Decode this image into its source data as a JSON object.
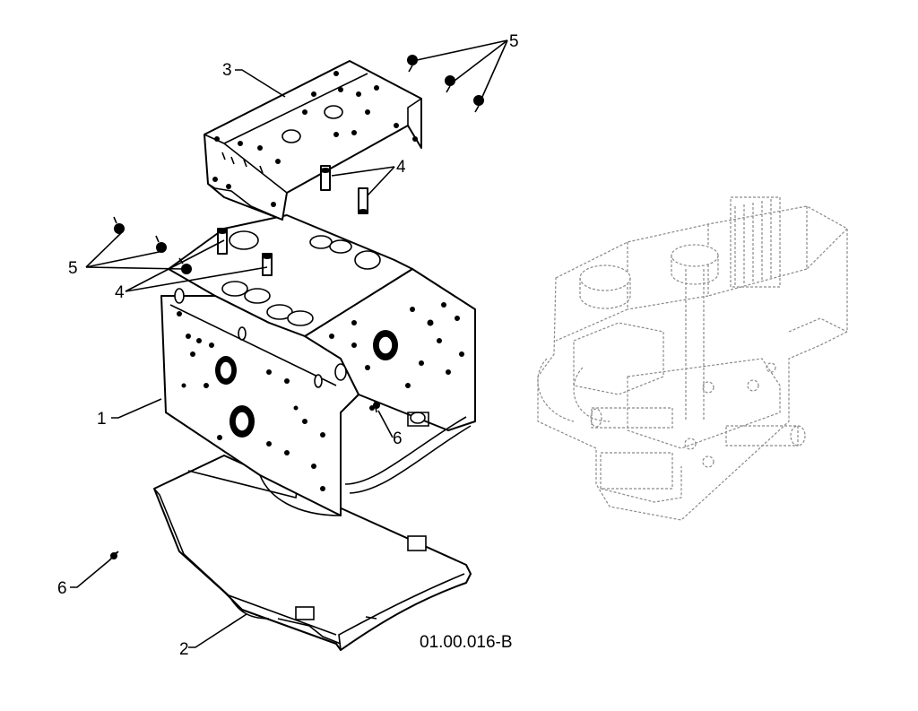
{
  "diagram": {
    "reference_code": "01.00.016-B",
    "callouts": {
      "frame": "1",
      "bottom_cover": "2",
      "top_cover": "3",
      "stud_upper": "4",
      "stud_lower": "4",
      "screws_upper": "5",
      "screws_left": "5",
      "screw_center": "6",
      "screw_loose": "6"
    }
  }
}
